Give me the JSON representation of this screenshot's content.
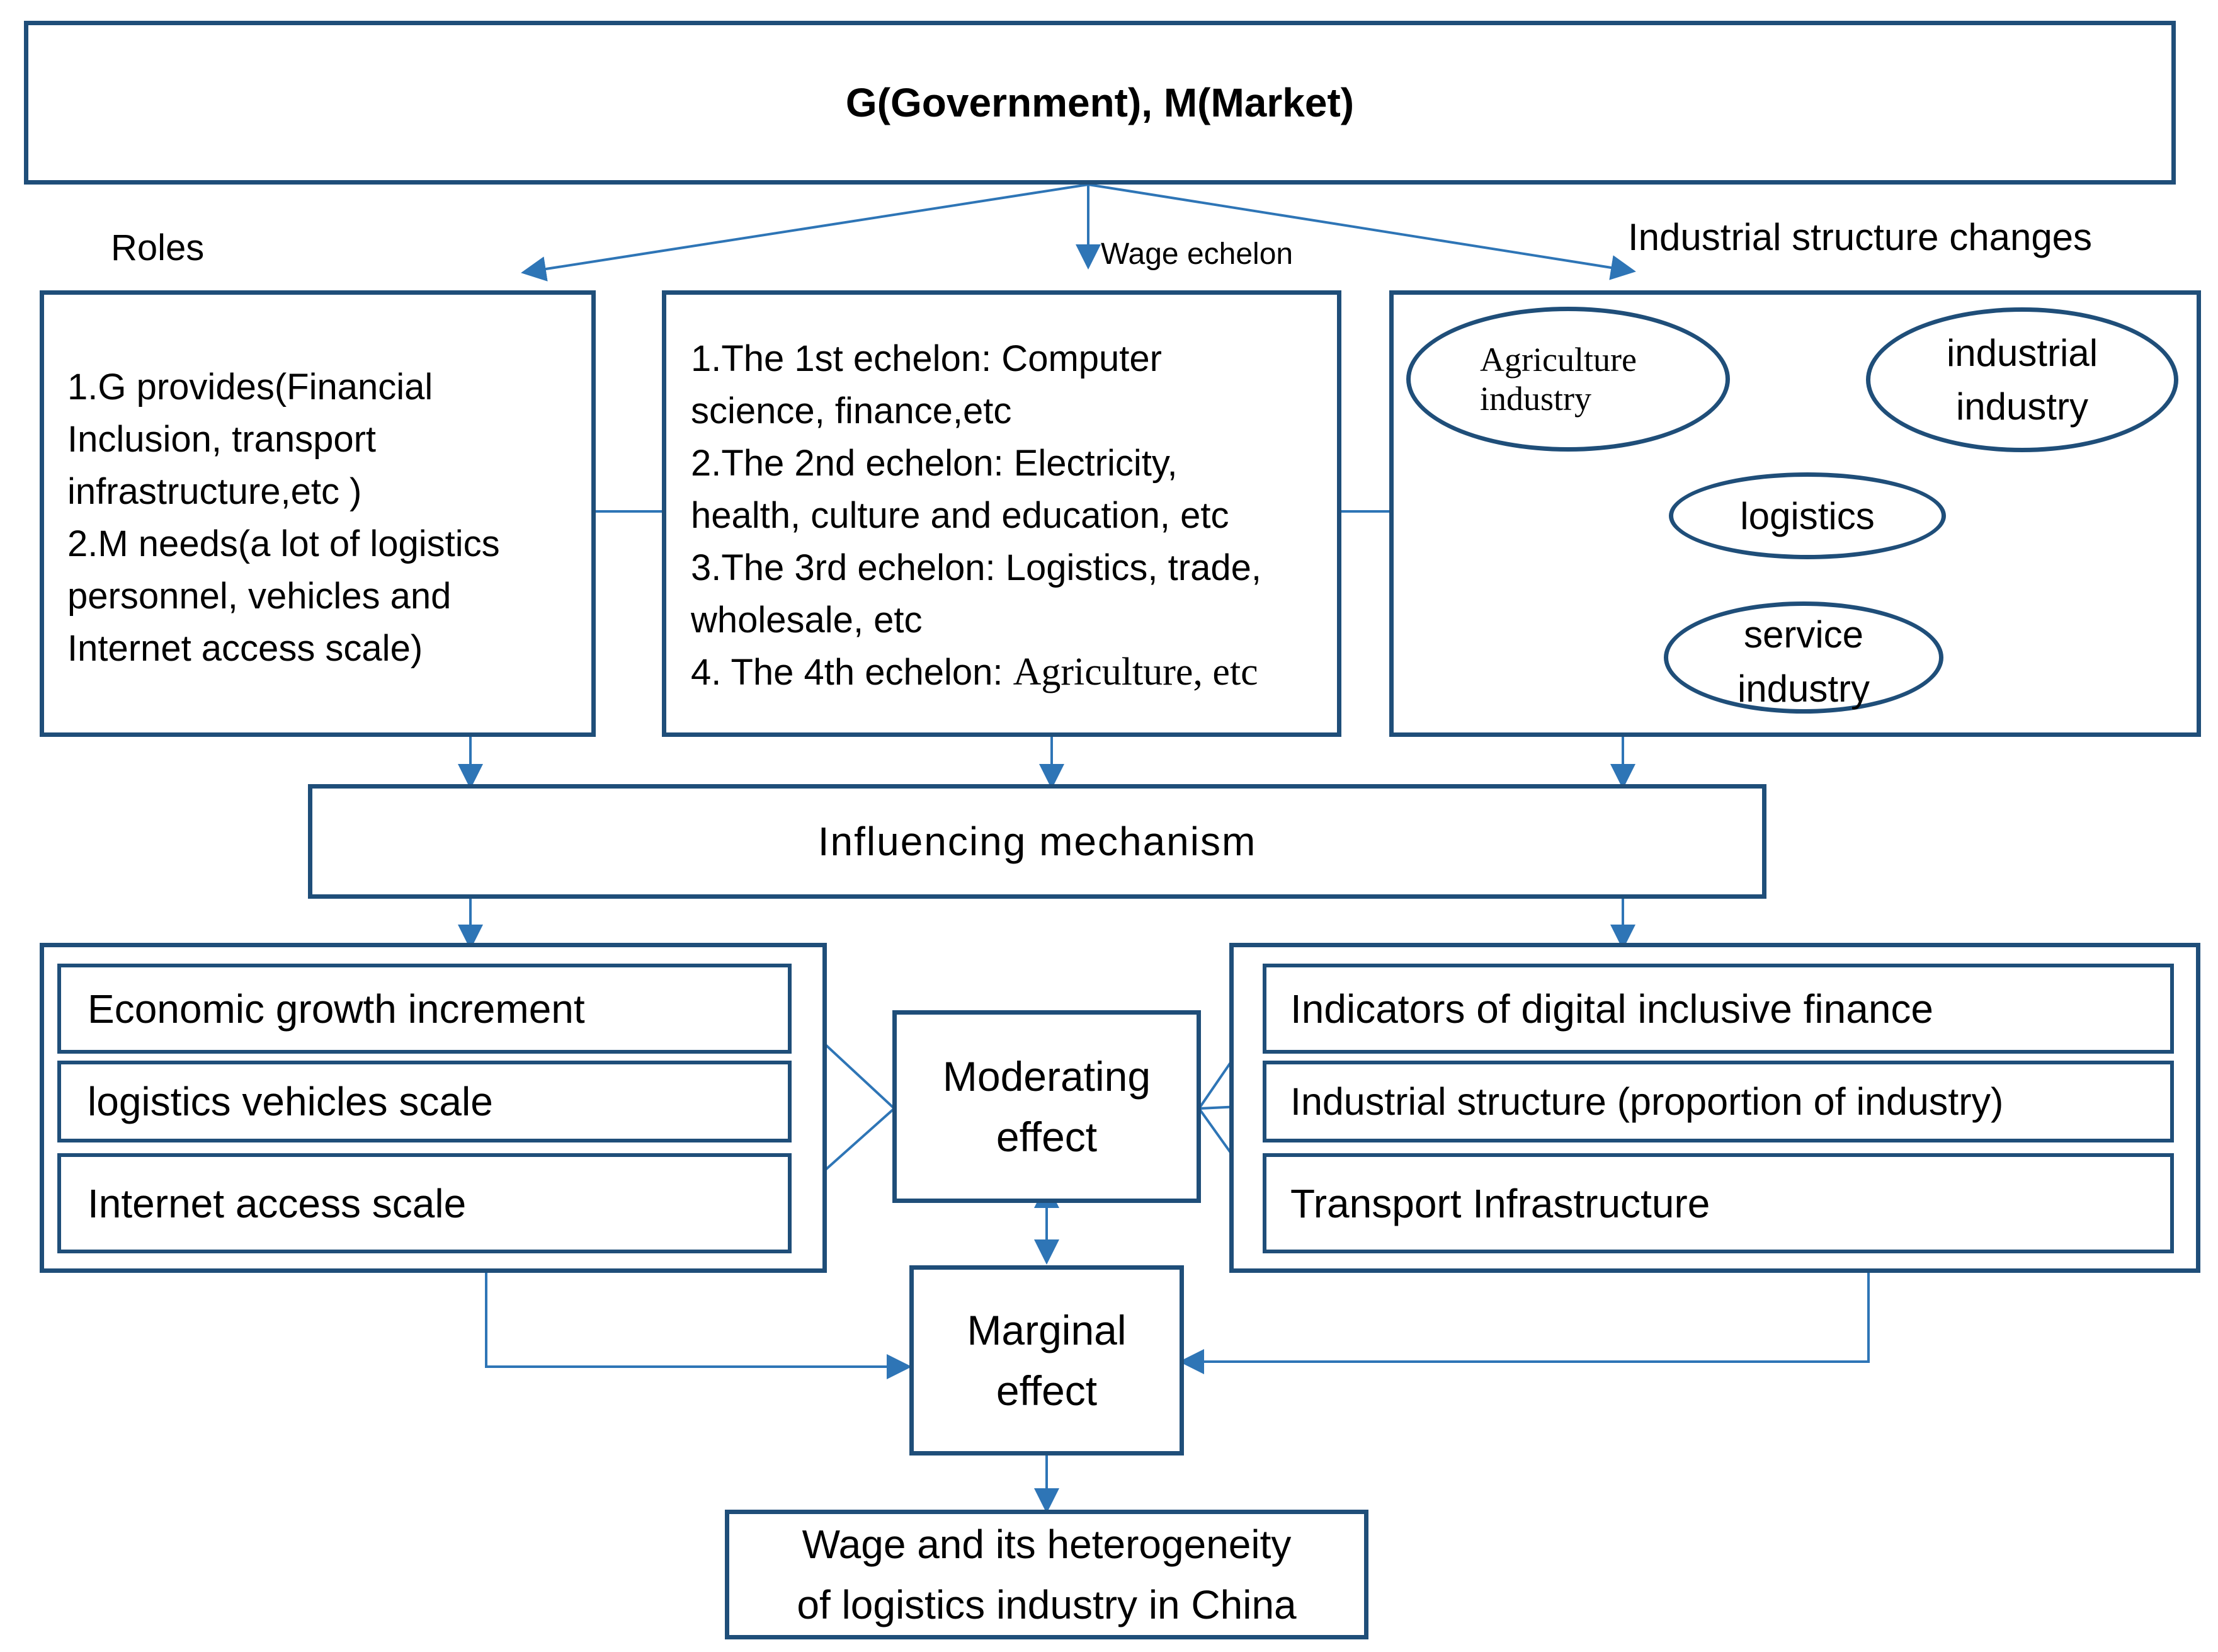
{
  "colors": {
    "border": "#1f4e79",
    "arrow": "#2e75b6",
    "text": "#000000",
    "background": "#ffffff"
  },
  "top": {
    "title": "G(Government), M(Market)"
  },
  "labels": {
    "roles": "Roles",
    "wage_echelon": "Wage echelon",
    "industrial_structure": "Industrial structure changes"
  },
  "roles_box": {
    "lines": "1.G provides(Financial\nInclusion, transport\ninfrastructure,etc )\n2.M needs(a lot of logistics\npersonnel, vehicles and\nInternet access scale)"
  },
  "echelon_box": {
    "line1": "1.The 1st  echelon: Computer",
    "line2": "science, finance,etc",
    "line3": "2.The 2nd echelon: Electricity,",
    "line4": "health, culture and education, etc",
    "line5": "3.The 3rd echelon: Logistics, trade,",
    "line6": "wholesale, etc",
    "line7_prefix": "4. The 4th echelon: ",
    "line7_serif": "Agriculture, etc"
  },
  "industry_box": {
    "agriculture": "Agriculture\nindustry",
    "industrial": "industrial\nindustry",
    "logistics": "logistics",
    "service": "service\nindustry"
  },
  "mechanism": {
    "label": "Influencing mechanism"
  },
  "left_factors": [
    "Economic growth increment",
    "logistics vehicles scale",
    "Internet access scale"
  ],
  "right_factors": [
    "Indicators of digital inclusive finance",
    "Industrial structure (proportion of industry)",
    "Transport Infrastructure"
  ],
  "moderating": {
    "label": "Moderating\neffect"
  },
  "marginal": {
    "label": "Marginal\neffect"
  },
  "outcome": {
    "label": "Wage and its heterogeneity\nof logistics industry in China"
  }
}
